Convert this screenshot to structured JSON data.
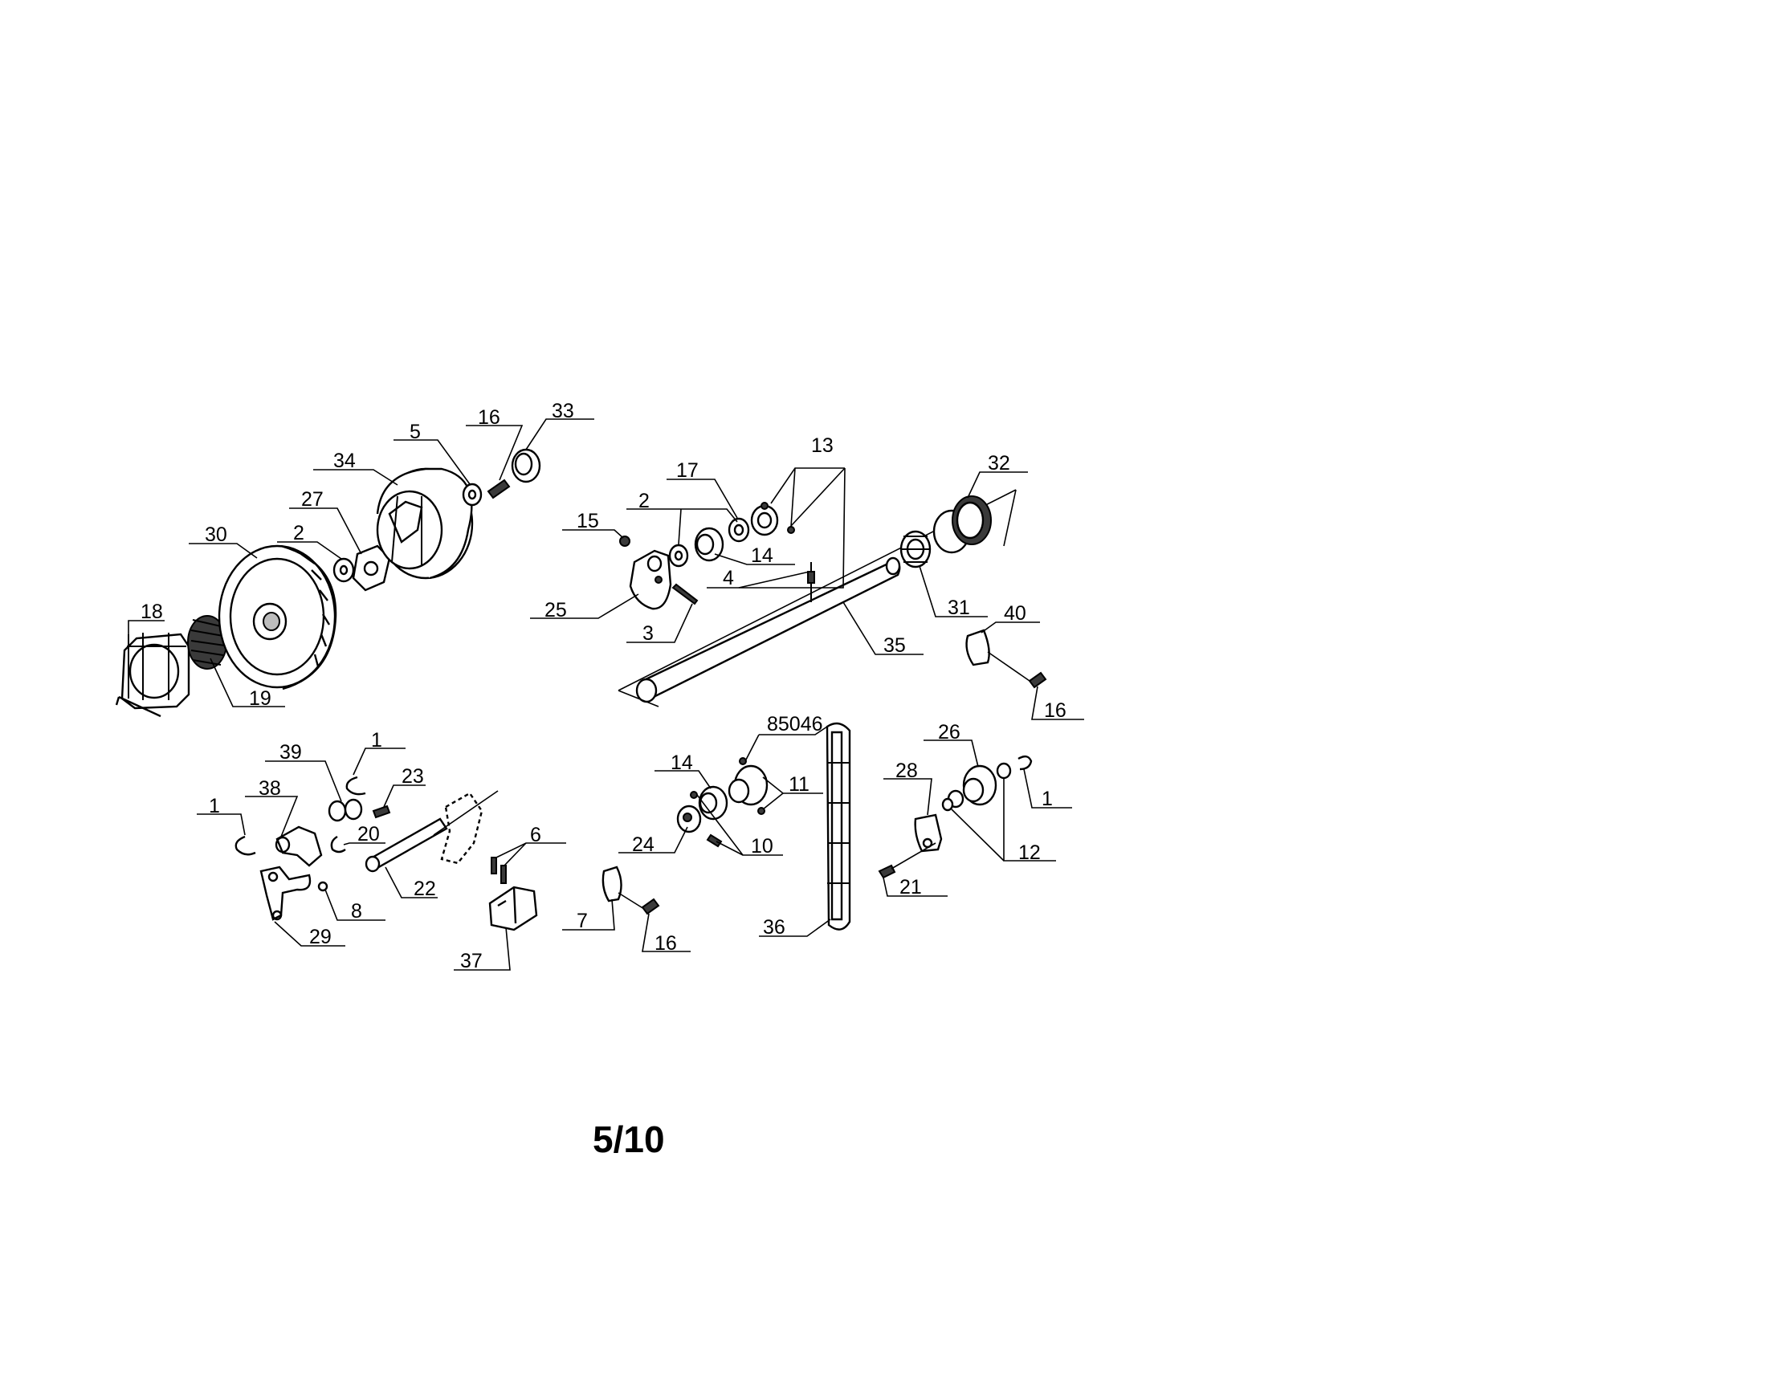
{
  "diagram": {
    "page_number": "5/10",
    "callouts": {
      "c33": "33",
      "c16a": "16",
      "c5": "5",
      "c34": "34",
      "c27": "27",
      "c2a": "2",
      "c30": "30",
      "c18": "18",
      "c19": "19",
      "c13": "13",
      "c17": "17",
      "c2b": "2",
      "c15": "15",
      "c14a": "14",
      "c4": "4",
      "c25": "25",
      "c3": "3",
      "c32": "32",
      "c31": "31",
      "c35": "35",
      "c40": "40",
      "c16b": "16",
      "c1a": "1",
      "c39": "39",
      "c23": "23",
      "c38": "38",
      "c1b": "1",
      "c20": "20",
      "c22": "22",
      "c8": "8",
      "c29": "29",
      "c6": "6",
      "c37": "37",
      "c85046": "85046",
      "c14b": "14",
      "c11": "11",
      "c24": "24",
      "c10": "10",
      "c7": "7",
      "c16c": "16",
      "c36": "36",
      "c26": "26",
      "c1c": "1",
      "c28": "28",
      "c12": "12",
      "c21": "21"
    }
  }
}
